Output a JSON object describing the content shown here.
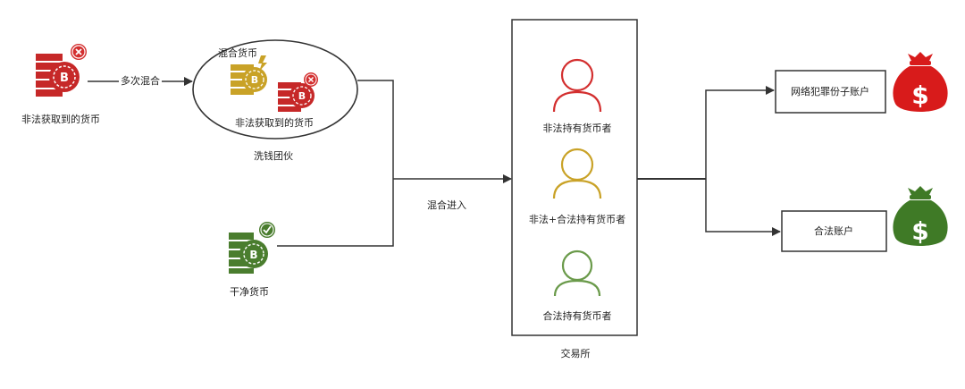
{
  "nodes": {
    "illegal_coin_label": "非法获取到的货币",
    "laundering_group": {
      "label": "洗钱团伙",
      "mixed_coin_label": "混合货币",
      "illegal_coin_label": "非法获取到的货币"
    },
    "clean_coin_label": "干净货币",
    "exchange": {
      "label": "交易所",
      "holders": [
        {
          "label": "非法持有货币者",
          "color": "#d32f2f"
        },
        {
          "label": "非法+合法持有货币者",
          "color": "#c9a227"
        },
        {
          "label": "合法持有货币者",
          "color": "#6a9a4a"
        }
      ]
    },
    "criminal_account_label": "网络犯罪份子账户",
    "legal_account_label": "合法账户"
  },
  "edges": {
    "multi_mix_label": "多次混合",
    "mix_in_label": "混合进入"
  },
  "colors": {
    "illegal": "#c62828",
    "mixed": "#c9a227",
    "clean": "#4a7d2e",
    "line": "#333333"
  },
  "icons": {
    "money_bag_red": "money-bag-icon",
    "money_bag_green": "money-bag-icon",
    "coin_stack": "bitcoin-stack-icon"
  }
}
